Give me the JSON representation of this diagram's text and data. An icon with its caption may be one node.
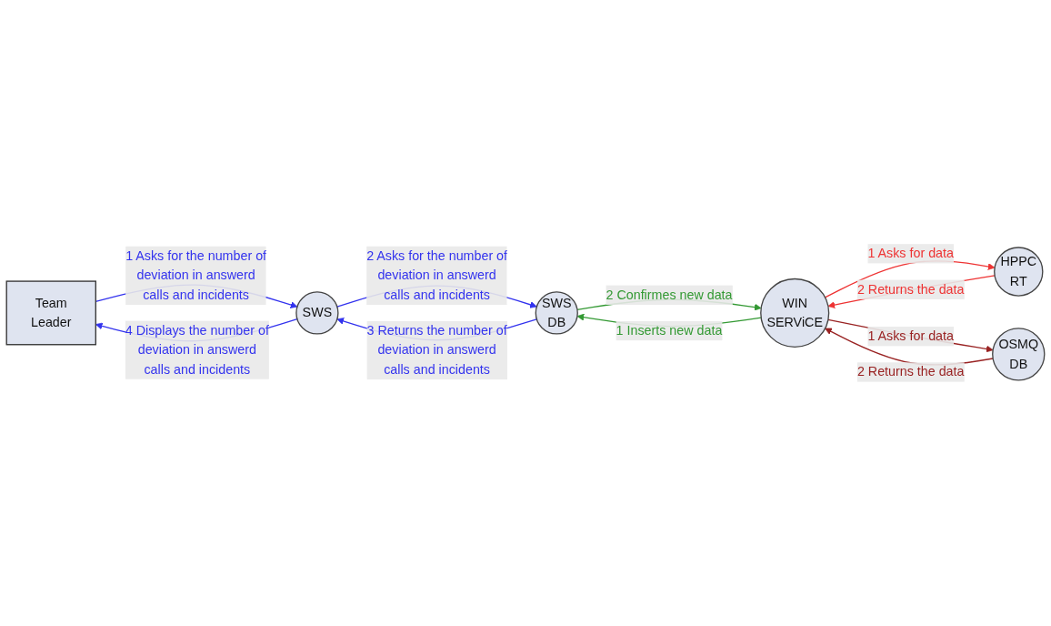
{
  "diagram": {
    "nodes": [
      {
        "text": [
          "Team Leader"
        ]
      },
      {
        "text": [
          "SWS"
        ]
      },
      {
        "text": [
          "SWS DB"
        ]
      },
      {
        "text": [
          "WIN SERViCE"
        ]
      },
      {
        "text": [
          "HPPC RT"
        ]
      },
      {
        "text": [
          "OSMQ DB"
        ]
      }
    ],
    "edges": [
      {
        "from": 0,
        "to": 1,
        "arrow": "to",
        "label": "1 Asks for the number of deviation in answerd calls and incidents",
        "color": "#3333ee"
      },
      {
        "from": 1,
        "to": 2,
        "arrow": "to",
        "label": "2 Asks for the number of deviation in answerd calls and incidents",
        "color": "#3333ee"
      },
      {
        "from": 2,
        "to": 1,
        "arrow": "to",
        "label": "3 Returns the number of deviation in answerd calls and incidents",
        "color": "#3333ee"
      },
      {
        "from": 1,
        "to": 0,
        "arrow": "to",
        "label": "4 Displays the number of deviation in answerd calls and incidents",
        "color": "#3333ee"
      },
      {
        "from": 3,
        "to": 2,
        "arrow": "to",
        "label": "1 Inserts new data",
        "color": "#339933"
      },
      {
        "from": 2,
        "to": 3,
        "arrow": "to",
        "label": "2 Confirmes new data",
        "color": "#339933"
      },
      {
        "from": 3,
        "to": 4,
        "arrow": "to",
        "label": "1 Asks for data",
        "color": "#ee3333"
      },
      {
        "from": 4,
        "to": 3,
        "arrow": "to",
        "label": "2 Returns the data",
        "color": "#ee3333"
      },
      {
        "from": 3,
        "to": 5,
        "arrow": "to",
        "label": "1 Asks for data",
        "color": "#992222"
      },
      {
        "from": 5,
        "to": 3,
        "arrow": "to",
        "label": "2 Returns the data",
        "color": "#992222"
      }
    ]
  }
}
